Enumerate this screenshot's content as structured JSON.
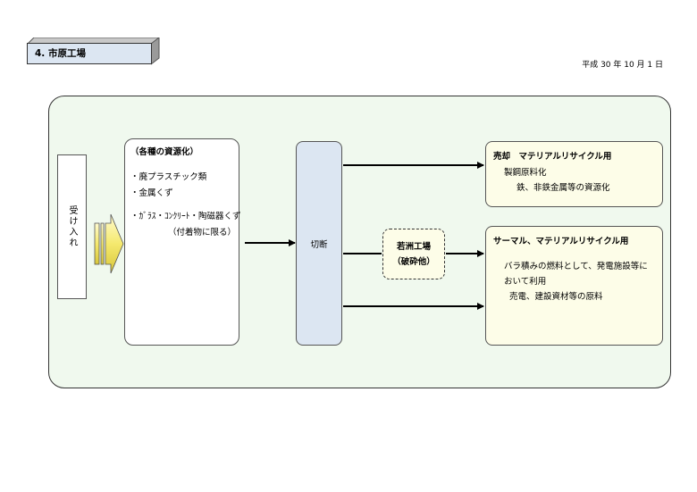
{
  "header": {
    "title": "4. 市原工場"
  },
  "date": "平成 30 年 10 月 1 日",
  "receive": {
    "label": "受け入れ"
  },
  "resources": {
    "title": "（各種の資源化）",
    "items": [
      "・廃プラスチック類",
      "・金属くず",
      "・ｶﾞﾗｽ・ｺﾝｸﾘｰﾄ・陶磁器くず"
    ],
    "note": "（付着物に限る）"
  },
  "cutting": {
    "label": "切断"
  },
  "wakasu": {
    "line1": "若洲工場",
    "line2": "（破砕他）"
  },
  "output_sale": {
    "title": "売却　マテリアルリサイクル用",
    "line1": "製鋼原料化",
    "line2": "鉄、非鉄金属等の資源化"
  },
  "output_thermal": {
    "title": "サーマル、マテリアルリサイクル用",
    "line1": "バラ積みの燃料として、発電施設等に",
    "line2": "おいて利用",
    "line3": "売電、建設資材等の原料"
  },
  "colors": {
    "panel_bg": "#f0f9ee",
    "header_bg": "#dce6f2",
    "cutting_bg": "#dce6f2",
    "output_bg": "#fdfde8",
    "big_arrow": "#f5e96e"
  }
}
